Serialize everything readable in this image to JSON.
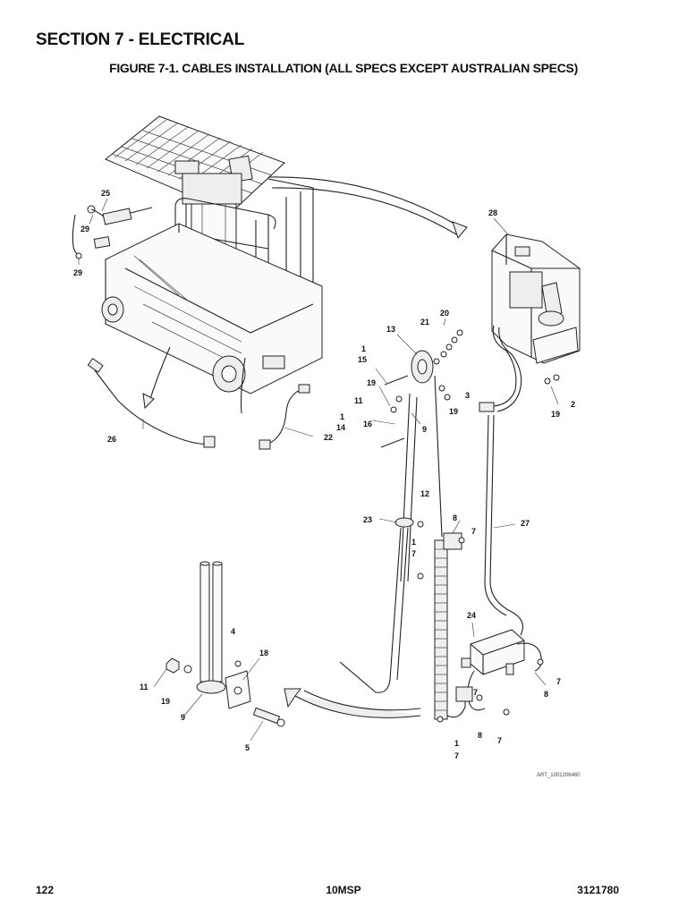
{
  "header": {
    "section_title": "SECTION 7 - ELECTRICAL",
    "figure_title": "FIGURE 7-1. CABLES INSTALLATION (ALL SPECS EXCEPT AUSTRALIAN SPECS)"
  },
  "diagram": {
    "art_id": "ART_1001206460",
    "callouts": [
      "25",
      "29",
      "29",
      "28",
      "20",
      "21",
      "13",
      "1",
      "15",
      "19",
      "3",
      "11",
      "1",
      "14",
      "16",
      "9",
      "19",
      "2",
      "19",
      "26",
      "22",
      "12",
      "23",
      "8",
      "7",
      "27",
      "1",
      "7",
      "24",
      "4",
      "18",
      "11",
      "19",
      "9",
      "5",
      "7",
      "8",
      "7",
      "8",
      "7",
      "1",
      "7"
    ]
  },
  "footer": {
    "page_number": "122",
    "model": "10MSP",
    "doc_number": "3121780"
  }
}
